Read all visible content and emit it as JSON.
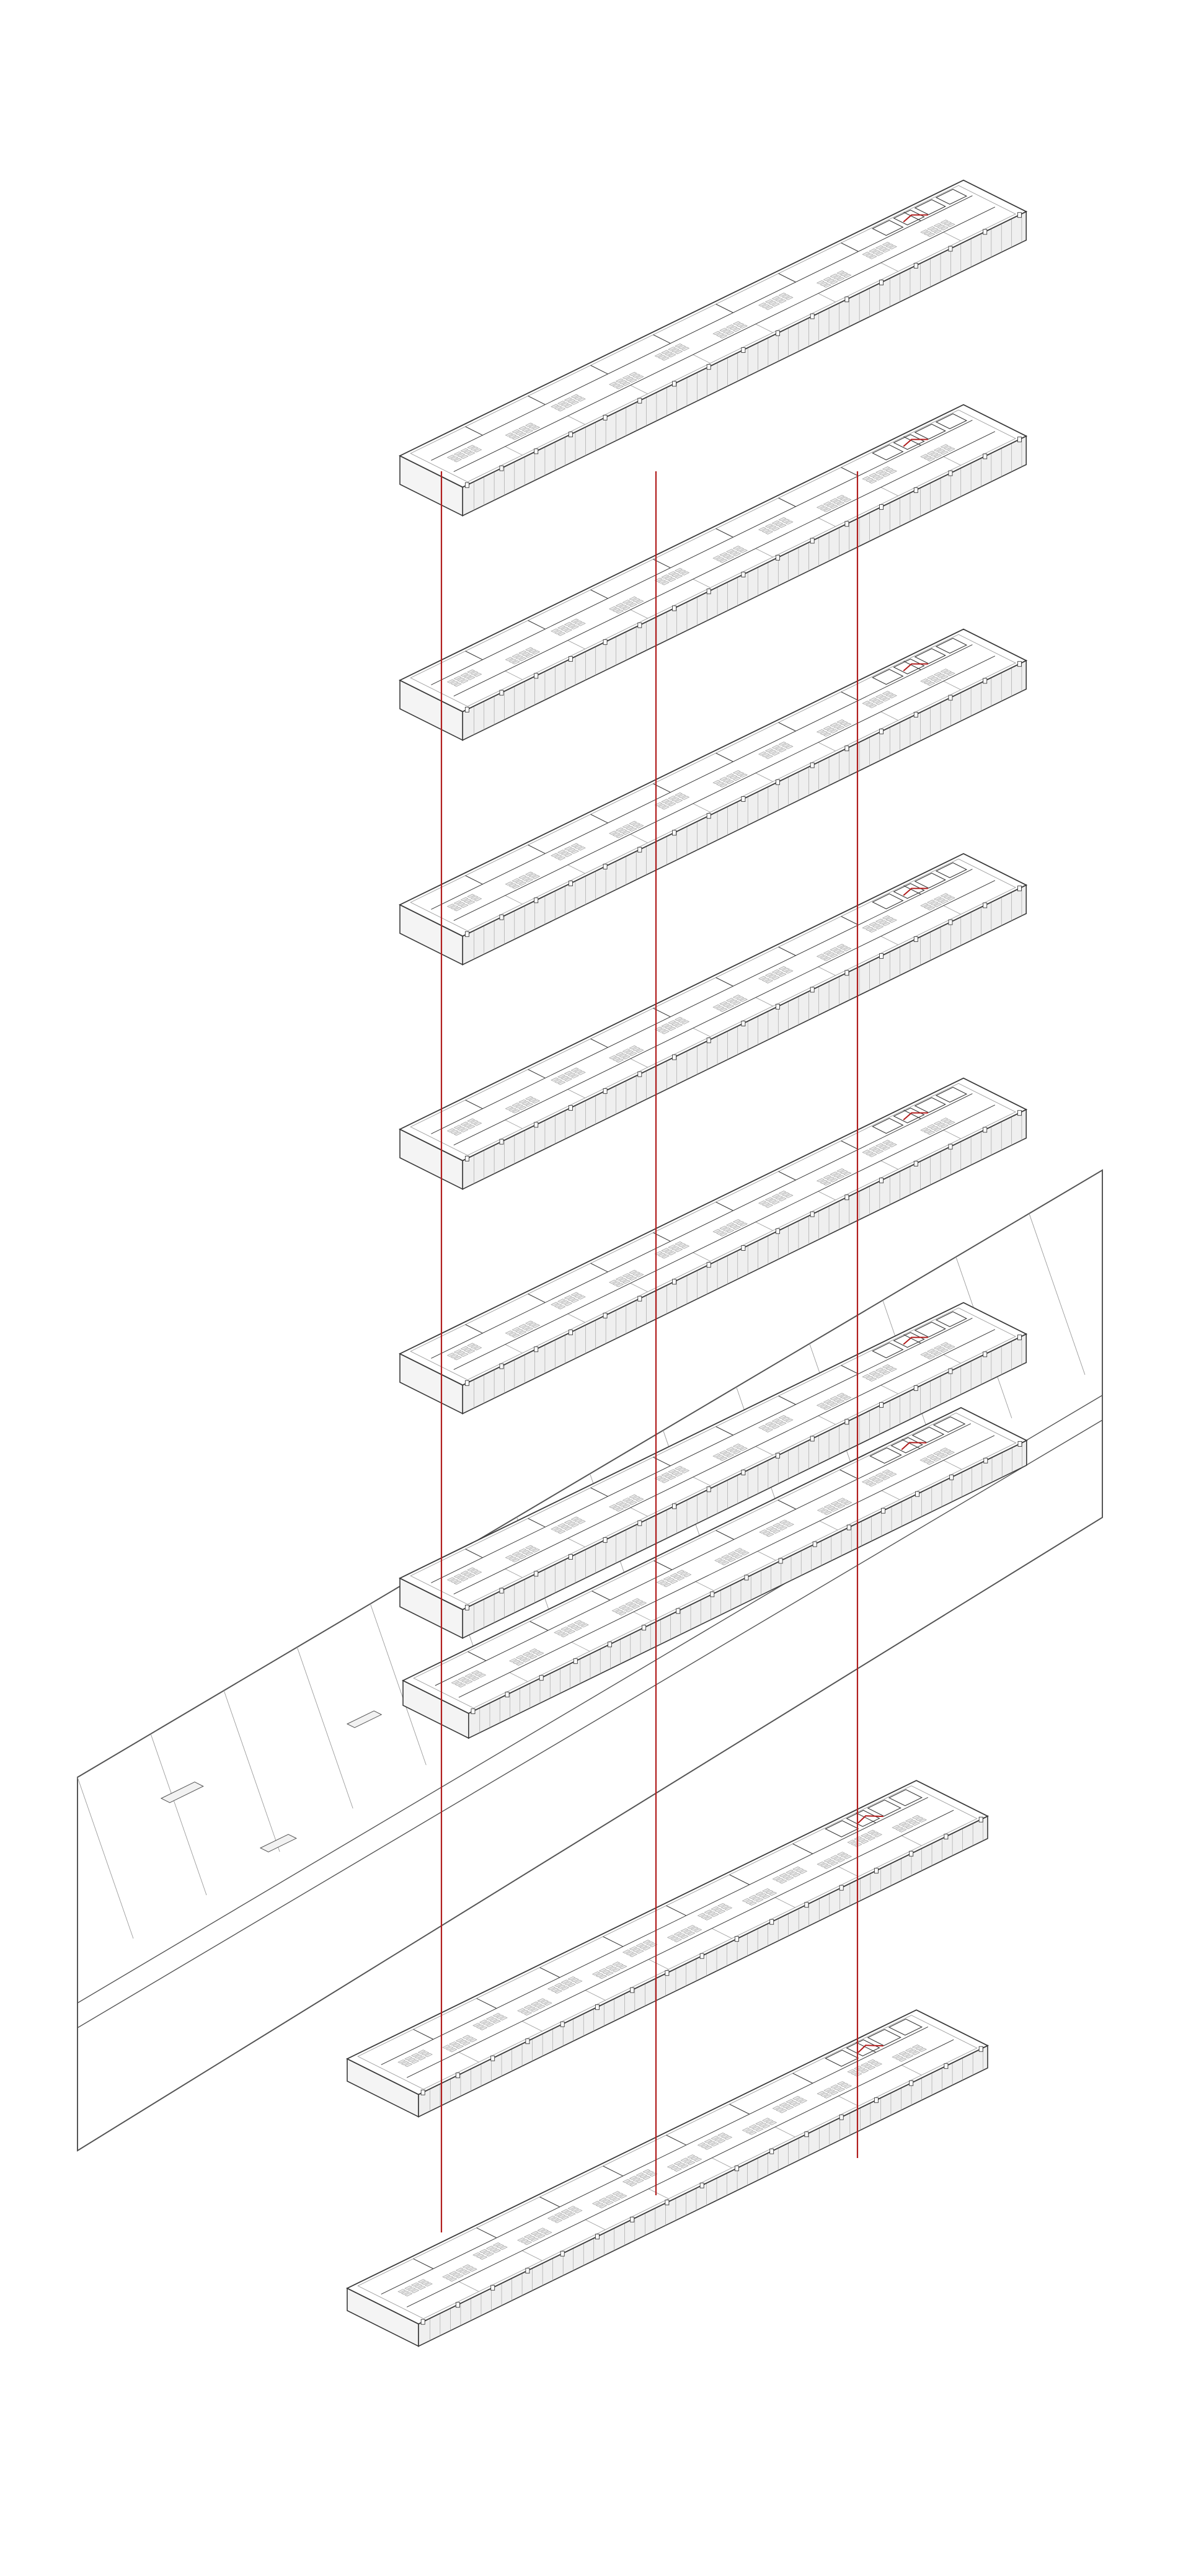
{
  "diagram": {
    "kind": "exploded-axonometric-floor-stack",
    "colors": {
      "line": "#3a3a3a",
      "detail": "#9a9a9a",
      "site": "#555555",
      "core": "#b11e1e",
      "paper": "#ffffff"
    },
    "upper_floor_count": 6,
    "lower_floor_count": 2,
    "has_site_plane": true,
    "vertical_core_count": 3
  }
}
